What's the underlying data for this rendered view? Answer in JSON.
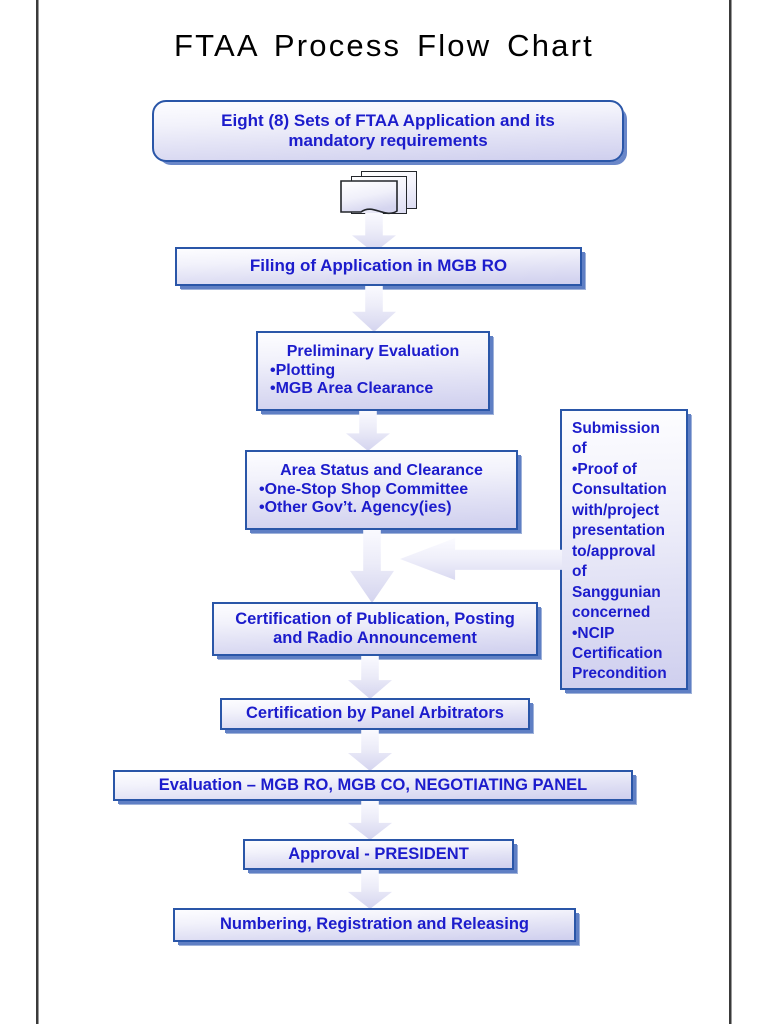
{
  "page": {
    "title": "FTAA Process Flow Chart",
    "accent_border": "#2a56a8",
    "text_color": "#1c1ccc",
    "rule_color": "#3a3a3a"
  },
  "icons": {
    "document_stack": "document-stack-icon",
    "arrow_down": "arrow-down-icon",
    "arrow_left": "arrow-left-icon"
  },
  "flow": {
    "application": {
      "line1": "Eight (8) Sets of FTAA Application and its",
      "line2": "mandatory requirements"
    },
    "filing": {
      "line1": "Filing of Application in MGB RO"
    },
    "preliminary": {
      "heading": "Preliminary Evaluation",
      "bullet1": "•Plotting",
      "bullet2": "•MGB Area Clearance"
    },
    "area_status": {
      "heading": "Area Status and Clearance",
      "bullet1": "•One-Stop Shop Committee",
      "bullet2": "•Other Gov’t. Agency(ies)"
    },
    "certification_publication": {
      "line1": "Certification of Publication, Posting",
      "line2": "and Radio Announcement"
    },
    "certification_panel": {
      "line1": "Certification by Panel Arbitrators"
    },
    "evaluation": {
      "line1": "Evaluation – MGB RO, MGB CO, NEGOTIATING PANEL"
    },
    "approval": {
      "line1": "Approval - PRESIDENT"
    },
    "numbering": {
      "line1": "Numbering, Registration and Releasing"
    }
  },
  "side_note": {
    "lines": [
      "Submission",
      "of",
      "•Proof of",
      "Consultation",
      "with/project",
      "presentation",
      "to/approval",
      "of",
      "Sanggunian",
      "concerned",
      "•NCIP",
      "Certification",
      "Precondition"
    ]
  }
}
